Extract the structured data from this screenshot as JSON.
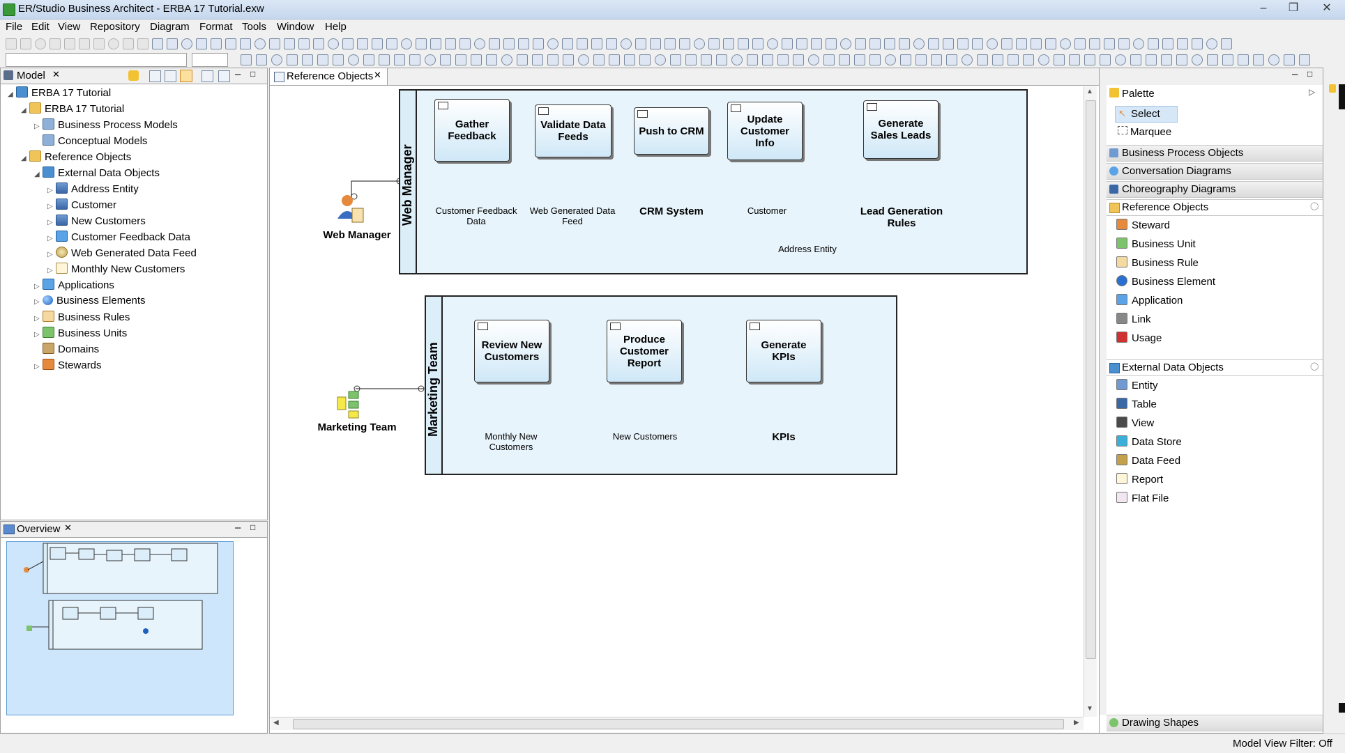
{
  "window": {
    "title": "ER/Studio Business Architect - ERBA 17 Tutorial.exw"
  },
  "menu": [
    "File",
    "Edit",
    "View",
    "Repository",
    "Diagram",
    "Format",
    "Tools",
    "Window",
    "Help"
  ],
  "model_panel": {
    "tab": "Model",
    "tree": [
      {
        "label": "ERBA 17 Tutorial",
        "level": 0,
        "icon": "db",
        "exp": "◢"
      },
      {
        "label": "ERBA 17 Tutorial",
        "level": 1,
        "icon": "fold",
        "exp": "◢"
      },
      {
        "label": "Business Process Models",
        "level": 2,
        "icon": "bp",
        "exp": "▷"
      },
      {
        "label": "Conceptual Models",
        "level": 2,
        "icon": "bp",
        "exp": ""
      },
      {
        "label": "Reference Objects",
        "level": 1,
        "icon": "fold",
        "exp": "◢"
      },
      {
        "label": "External Data Objects",
        "level": 2,
        "icon": "db",
        "exp": "◢"
      },
      {
        "label": "Address Entity",
        "level": 3,
        "icon": "grid",
        "exp": "▷"
      },
      {
        "label": "Customer",
        "level": 3,
        "icon": "grid",
        "exp": "▷"
      },
      {
        "label": "New Customers",
        "level": 3,
        "icon": "grid",
        "exp": "▷"
      },
      {
        "label": "Customer Feedback Data",
        "level": 3,
        "icon": "mon",
        "exp": "▷"
      },
      {
        "label": "Web Generated Data Feed",
        "level": 3,
        "icon": "feed",
        "exp": "▷"
      },
      {
        "label": "Monthly New Customers",
        "level": 3,
        "icon": "doc",
        "exp": "▷"
      },
      {
        "label": "Applications",
        "level": 2,
        "icon": "mon",
        "exp": "▷"
      },
      {
        "label": "Business Elements",
        "level": 2,
        "icon": "ball",
        "exp": "▷"
      },
      {
        "label": "Business Rules",
        "level": 2,
        "icon": "rule",
        "exp": "▷"
      },
      {
        "label": "Business Units",
        "level": 2,
        "icon": "unit",
        "exp": "▷"
      },
      {
        "label": "Domains",
        "level": 2,
        "icon": "dom",
        "exp": ""
      },
      {
        "label": "Stewards",
        "level": 2,
        "icon": "stew",
        "exp": "▷"
      }
    ]
  },
  "overview_panel": {
    "tab": "Overview"
  },
  "editor": {
    "tab": "Reference Objects"
  },
  "diagram": {
    "pools": [
      {
        "id": "web",
        "label": "Web Manager"
      },
      {
        "id": "mkt",
        "label": "Marketing Team"
      }
    ],
    "tasks": [
      {
        "label": "Gather Feedback"
      },
      {
        "label": "Validate Data Feeds"
      },
      {
        "label": "Push to CRM"
      },
      {
        "label": "Update Customer Info"
      },
      {
        "label": "Generate Sales Leads"
      },
      {
        "label": "Review New Customers"
      },
      {
        "label": "Produce Customer Report"
      },
      {
        "label": "Generate KPIs"
      }
    ],
    "objects": [
      {
        "label": "Customer Feedback Data",
        "bold": false
      },
      {
        "label": "Web Generated Data Feed",
        "bold": false
      },
      {
        "label": "CRM System",
        "bold": true
      },
      {
        "label": "Customer",
        "bold": false
      },
      {
        "label": "Address Entity",
        "bold": false
      },
      {
        "label": "Lead Generation Rules",
        "bold": true
      },
      {
        "label": "Monthly New Customers",
        "bold": false
      },
      {
        "label": "New Customers",
        "bold": false
      },
      {
        "label": "KPIs",
        "bold": true
      }
    ],
    "actors": [
      {
        "label": "Web Manager"
      },
      {
        "label": "Marketing Team"
      }
    ]
  },
  "palette": {
    "title": "Palette",
    "tools": [
      "Select",
      "Marquee"
    ],
    "drawers": [
      {
        "title": "Business Process Objects"
      },
      {
        "title": "Conversation Diagrams"
      },
      {
        "title": "Choreography  Diagrams"
      }
    ],
    "reference_objects": {
      "title": "Reference Objects",
      "items": [
        "Steward",
        "Business Unit",
        "Business Rule",
        "Business Element",
        "Application",
        "Link",
        "Usage"
      ]
    },
    "external_data_objects": {
      "title": "External Data Objects",
      "items": [
        "Entity",
        "Table",
        "View",
        "Data Store",
        "Data Feed",
        "Report",
        "Flat File"
      ]
    },
    "drawing_shapes": "Drawing Shapes"
  },
  "status": {
    "filter": "Model View Filter: Off"
  }
}
